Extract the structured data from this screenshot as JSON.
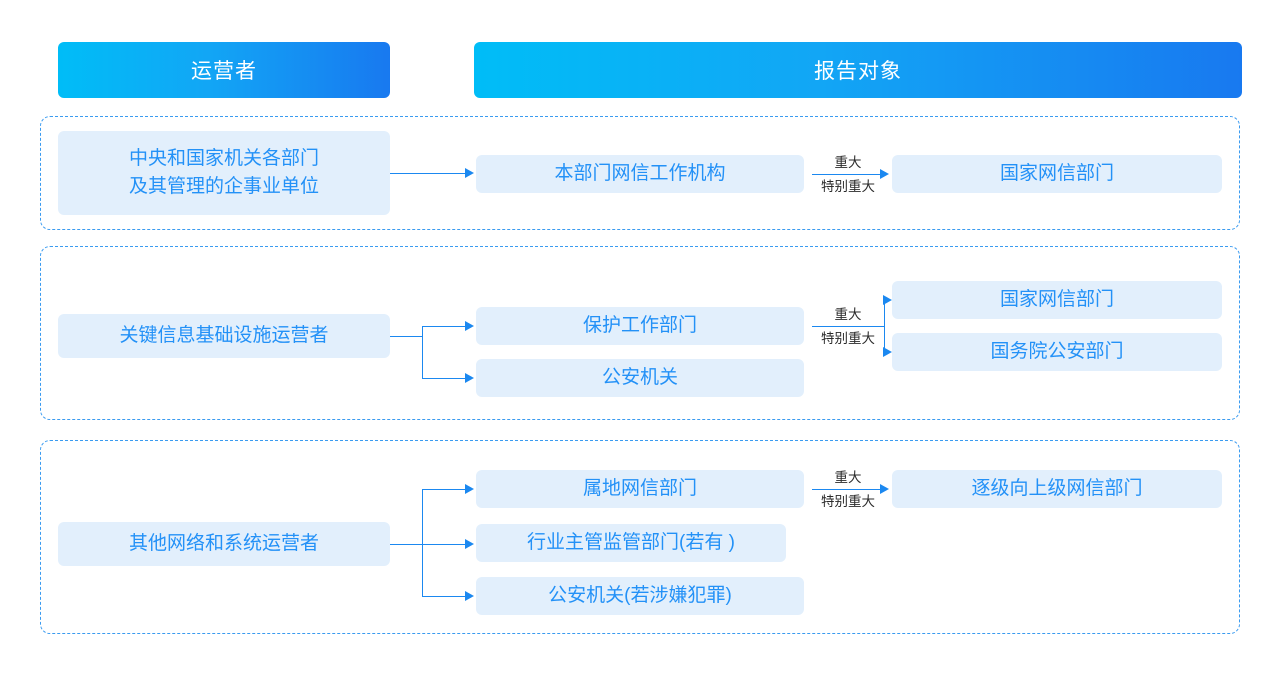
{
  "header": {
    "operator_label": "运营者",
    "target_label": "报告对象"
  },
  "severity": {
    "major": "重大",
    "extra_major": "特别重大"
  },
  "sections": [
    {
      "id": "section-1",
      "source": "中央和国家机关各部门\n及其管理的企事业单位",
      "mid": [
        "本部门网信工作机构"
      ],
      "right": [
        "国家网信部门"
      ]
    },
    {
      "id": "section-2",
      "source": "关键信息基础设施运营者",
      "mid": [
        "保护工作部门",
        "公安机关"
      ],
      "right": [
        "国家网信部门",
        "国务院公安部门"
      ]
    },
    {
      "id": "section-3",
      "source": "其他网络和系统运营者",
      "mid": [
        "属地网信部门",
        "行业主管监管部门(若有 )",
        "公安机关(若涉嫌犯罪)"
      ],
      "right": [
        "逐级向上级网信部门"
      ]
    }
  ],
  "colors": {
    "banner_gradient_start": "#00bdf7",
    "banner_gradient_end": "#1879f0",
    "node_fill": "#e2effc",
    "node_text": "#2391f7",
    "connector": "#1b88f0",
    "section_border": "#3a9bf0",
    "severity_text": "#2b2b2b"
  }
}
